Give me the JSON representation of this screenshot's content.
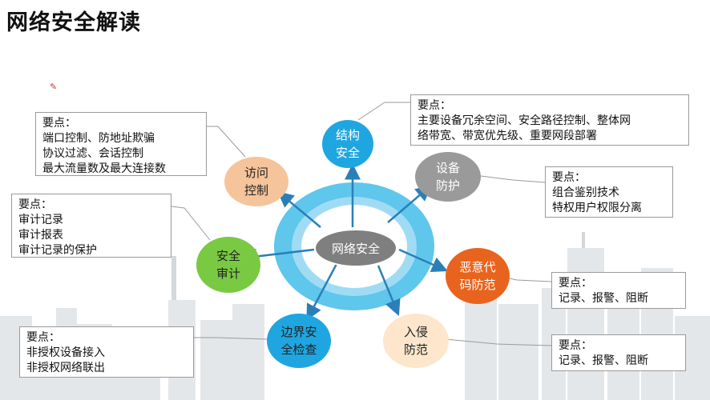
{
  "title": "网络安全解读",
  "center": {
    "label": "网络安全"
  },
  "nodes": [
    {
      "id": "structure",
      "label": "结构\n安全",
      "color": "#1fa6e0"
    },
    {
      "id": "device",
      "label": "设备\n防护",
      "color": "#9a9a9a"
    },
    {
      "id": "malware",
      "label": "恶意代\n码防范",
      "color": "#e8641e"
    },
    {
      "id": "intrusion",
      "label": "入侵\n防范",
      "color": "#fde6cc"
    },
    {
      "id": "boundary",
      "label": "边界安\n全检查",
      "color": "#1fa6e0"
    },
    {
      "id": "audit",
      "label": "安全\n审计",
      "color": "#7ac943"
    },
    {
      "id": "access",
      "label": "访问\n控制",
      "color": "#f6c49a"
    }
  ],
  "boxes": [
    {
      "id": "access",
      "heading": "要点：",
      "lines": [
        "端口控制、防地址欺骗",
        "协议过滤、会话控制",
        "最大流量数及最大连接数"
      ]
    },
    {
      "id": "structure",
      "heading": "要点：",
      "lines": [
        "主要设备冗余空间、安全路径控制、整体网",
        "络带宽、带宽优先级、重要网段部署"
      ]
    },
    {
      "id": "device",
      "heading": "要点：",
      "lines": [
        "组合鉴别技术",
        "特权用户权限分离"
      ]
    },
    {
      "id": "audit",
      "heading": "要点：",
      "lines": [
        "审计记录",
        "审计报表",
        "审计记录的保护"
      ]
    },
    {
      "id": "malware",
      "heading": "要点：",
      "lines": [
        "记录、报警、阻断"
      ]
    },
    {
      "id": "intrusion",
      "heading": "要点：",
      "lines": [
        "记录、报警、阻断"
      ]
    },
    {
      "id": "boundary",
      "heading": "要点：",
      "lines": [
        "非授权设备接入",
        "非授权网络联出"
      ]
    }
  ],
  "colors": {
    "ring_outer": "#5fc6ec",
    "ring_inner": "#9fdcf4",
    "center": "#7f7f7f",
    "arrow": "#2b7fb8"
  }
}
